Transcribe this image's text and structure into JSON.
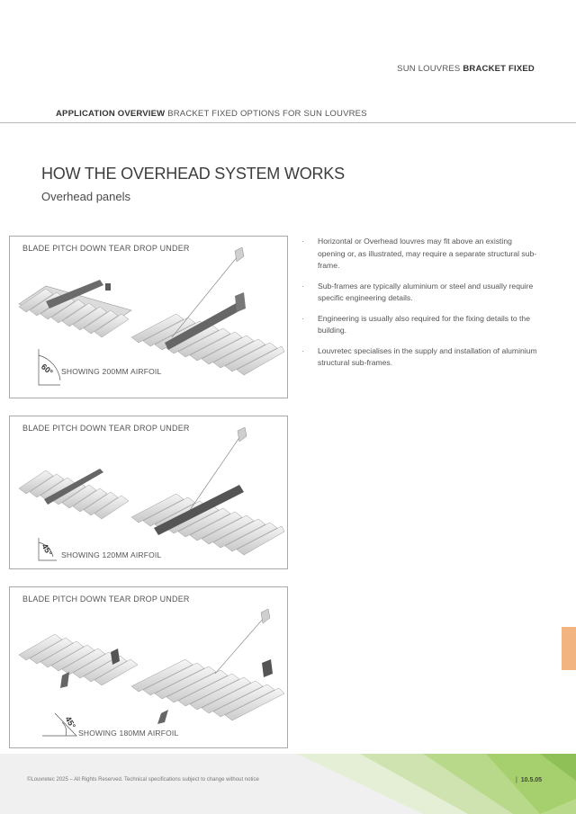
{
  "header": {
    "right_light": "SUN LOUVRES",
    "right_bold": "BRACKET FIXED",
    "section_bold": "APPLICATION OVERVIEW",
    "section_light": "BRACKET FIXED OPTIONS FOR SUN LOUVRES"
  },
  "title": "HOW THE OVERHEAD SYSTEM WORKS",
  "subtitle": "Overhead panels",
  "panels": [
    {
      "title": "BLADE PITCH DOWN TEAR DROP UNDER",
      "angle": "60°",
      "caption": "SHOWING 200MM AIRFOIL"
    },
    {
      "title": "BLADE PITCH DOWN TEAR DROP UNDER",
      "angle": "45°",
      "caption": "SHOWING 120MM AIRFOIL"
    },
    {
      "title": "BLADE PITCH DOWN TEAR DROP UNDER",
      "angle": "45°",
      "caption": "SHOWING 180MM AIRFOIL"
    }
  ],
  "bullets": [
    "Horizontal or Overhead louvres may fit above an existing opening or, as illustrated, may require a separate structural sub-frame.",
    "Sub-frames are typically aluminium or steel and usually require specific engineering details.",
    "Engineering is usually also required for the fixing details to the building.",
    "Louvretec specialises in the supply and installation of aluminium structural sub-frames."
  ],
  "bullet_marker": "·",
  "footer": {
    "copyright": "©Louvretec 2025 – All Rights Reserved. Technical specifications subject to change without notice",
    "separator": "|",
    "page_number": "10.5.05"
  },
  "colors": {
    "accent_tab": "#f2b480",
    "footer_green": "#b9d98a",
    "rule": "#b9b9b9"
  }
}
